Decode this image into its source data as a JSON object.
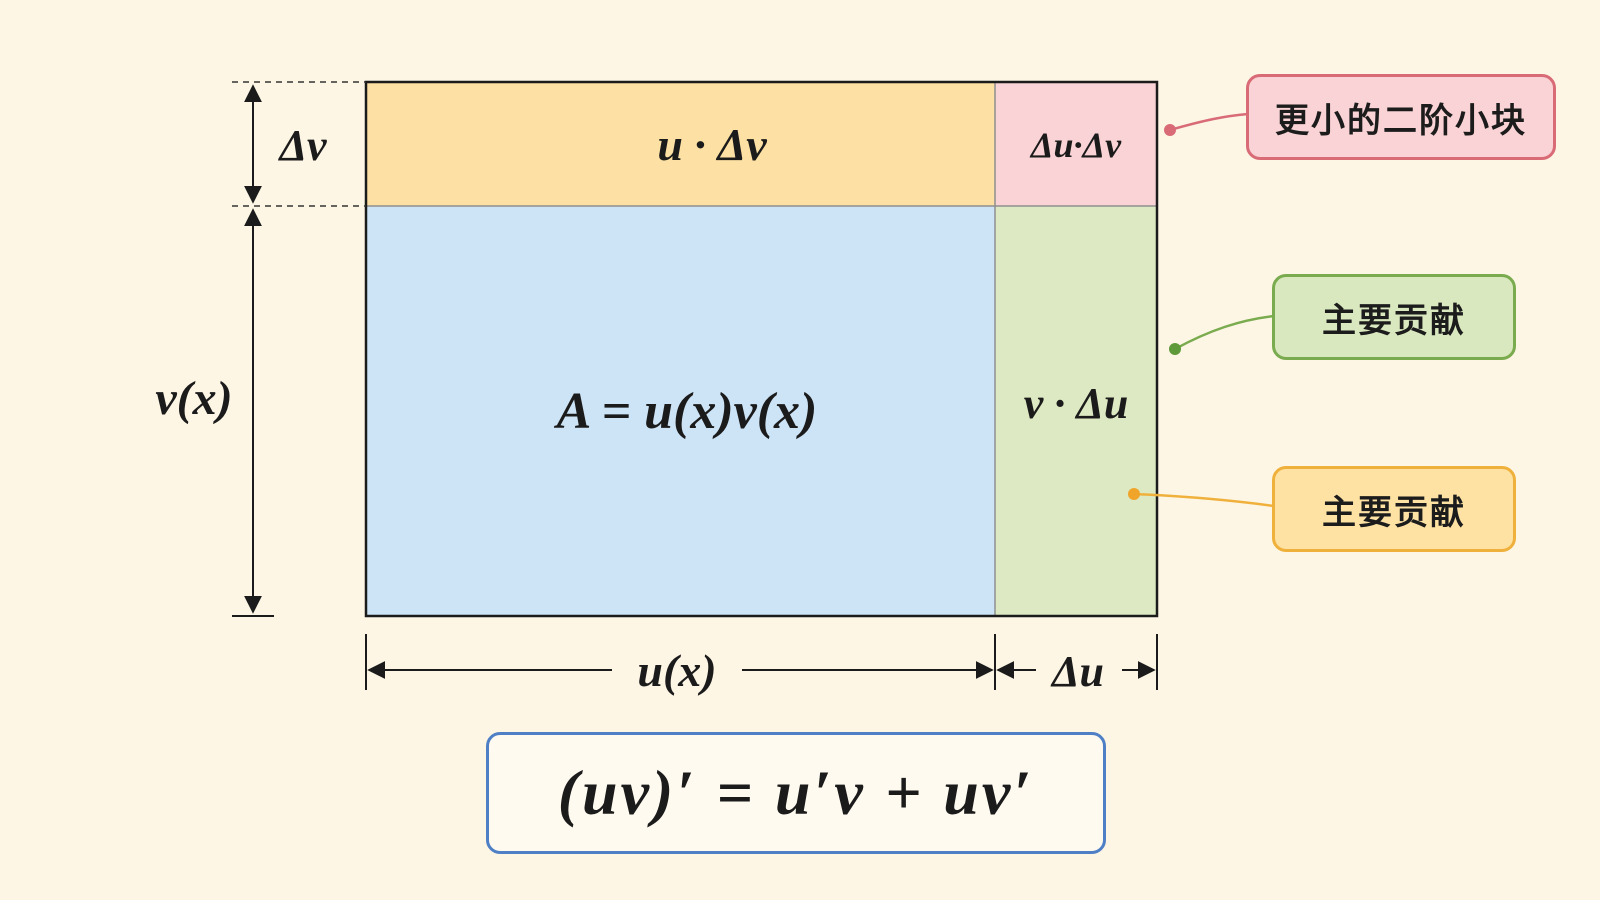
{
  "labels": {
    "delta_v": "Δv",
    "v_x": "v(x)",
    "u_x": "u(x)",
    "delta_u": "Δu"
  },
  "regions": {
    "main_area": "A = u(x)v(x)",
    "top_strip": "u · Δv",
    "right_strip": "v · Δu",
    "corner": "Δu·Δv"
  },
  "callouts": {
    "second_order": "更小的二阶小块",
    "main_green": "主要贡献",
    "main_orange": "主要贡献"
  },
  "formula": "(uv)′ = u′v + uv′",
  "colors": {
    "background": "#fdf6e5",
    "main_area": "#cde4f7",
    "top_strip": "#fde0a3",
    "right_strip": "#dce9c2",
    "corner": "#f9d3d5",
    "formula_border": "#4f80c6"
  }
}
